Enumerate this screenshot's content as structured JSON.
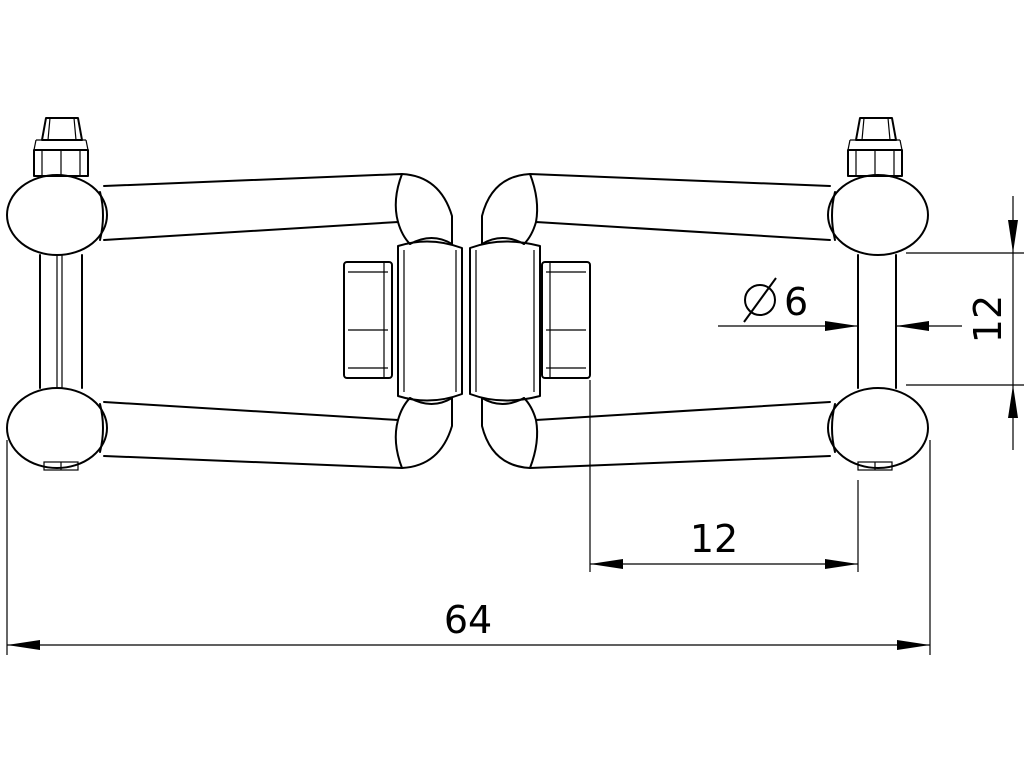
{
  "drawing": {
    "dimensions": {
      "overall_length": "64",
      "jaw_width": "12",
      "pin_diameter_symbol": "∅",
      "pin_diameter": "6",
      "jaw_opening": "12"
    }
  }
}
